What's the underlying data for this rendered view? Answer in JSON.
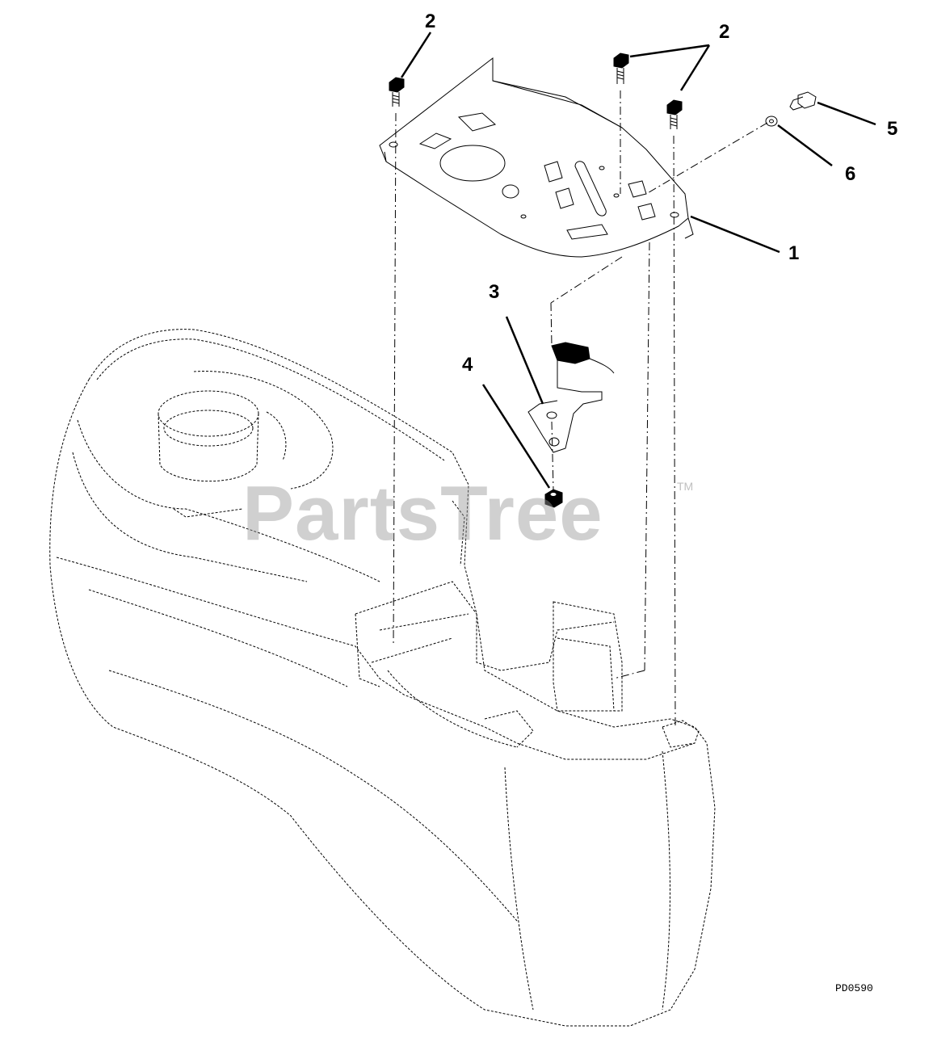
{
  "callouts": {
    "c1": "1",
    "c2a": "2",
    "c2b": "2",
    "c3": "3",
    "c4": "4",
    "c5": "5",
    "c6": "6"
  },
  "watermark": {
    "text": "PartsTree",
    "tm": "TM"
  },
  "drawing_code": "PD0590",
  "colors": {
    "line": "#000000",
    "dash": "#000000",
    "watermark": "#969696"
  }
}
